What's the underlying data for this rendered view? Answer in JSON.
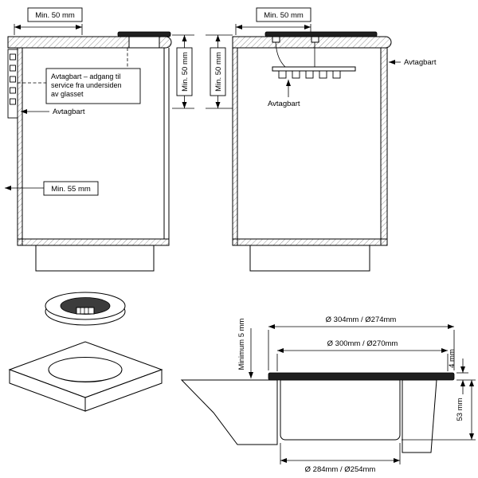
{
  "diagram_top_left": {
    "dim_top": "Min. 50 mm",
    "dim_right_vertical": "Min. 50 mm",
    "dim_bottom_left": "Min. 55 mm",
    "service_note_lines": [
      "Avtagbart – adgang til",
      "service fra undersiden",
      "av glasset"
    ],
    "removable_label": "Avtagbart"
  },
  "diagram_top_right": {
    "dim_top": "Min. 50 mm",
    "dim_left_vertical": "Min. 50 mm",
    "removable_label_side": "Avtagbart",
    "removable_label_terminal": "Avtagbart"
  },
  "diagram_cross_section": {
    "dim_glass_outer": "Ø 304mm / Ø274mm",
    "dim_cutout": "Ø 300mm / Ø270mm",
    "dim_min_clearance": "Minimum 5 mm",
    "dim_glass_thickness": "4 mm",
    "dim_body_depth": "53 mm",
    "dim_body_outer": "Ø 284mm / Ø254mm"
  }
}
